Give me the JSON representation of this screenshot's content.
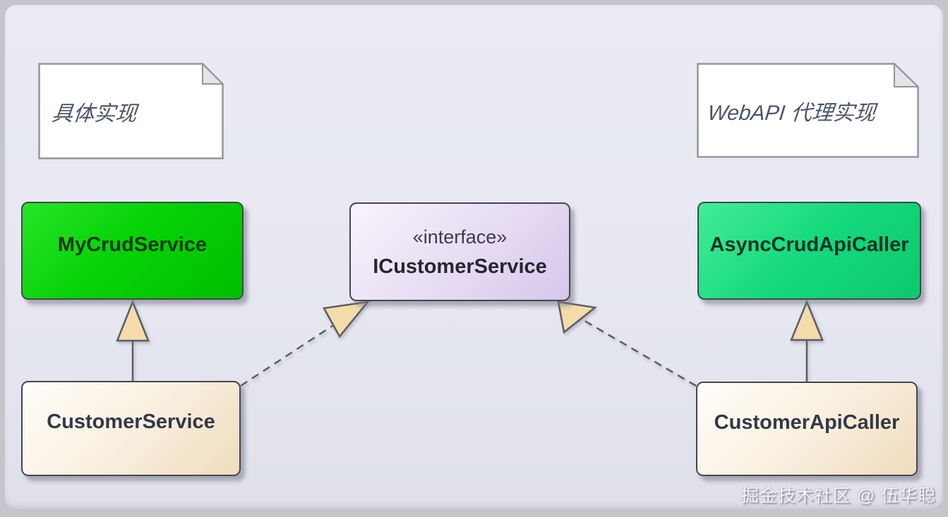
{
  "diagram": {
    "notes": {
      "left": {
        "text": "具体实现"
      },
      "right": {
        "text": "WebAPI 代理实现"
      }
    },
    "classes": {
      "my_crud_service": {
        "name": "MyCrudService"
      },
      "interface": {
        "stereotype": "«interface»",
        "name": "ICustomerService"
      },
      "async_crud_api_caller": {
        "name": "AsyncCrudApiCaller"
      },
      "customer_service": {
        "name": "CustomerService"
      },
      "customer_api_caller": {
        "name": "CustomerApiCaller"
      }
    },
    "relationships": [
      {
        "type": "generalization",
        "from": "CustomerService",
        "to": "MyCrudService",
        "line": "solid"
      },
      {
        "type": "generalization",
        "from": "CustomerApiCaller",
        "to": "AsyncCrudApiCaller",
        "line": "solid"
      },
      {
        "type": "realization",
        "from": "CustomerService",
        "to": "ICustomerService",
        "line": "dashed"
      },
      {
        "type": "realization",
        "from": "CustomerApiCaller",
        "to": "ICustomerService",
        "line": "dashed"
      }
    ],
    "watermark": "掘金技术社区 @ 伍华聪",
    "colors": {
      "canvas_bg": "#e8e9f1",
      "frame": "#c5c6cb",
      "class_green": "#06d206",
      "class_spring_green": "#16d97c",
      "interface_lavender": "#ddd0ee",
      "class_tan": "#f5e8d2",
      "note_bg": "#ffffff",
      "note_border": "#94959c",
      "note_fold": "#e4e4e8",
      "arrow_fill": "#f3dcaa",
      "line": "#5c5d64"
    }
  }
}
